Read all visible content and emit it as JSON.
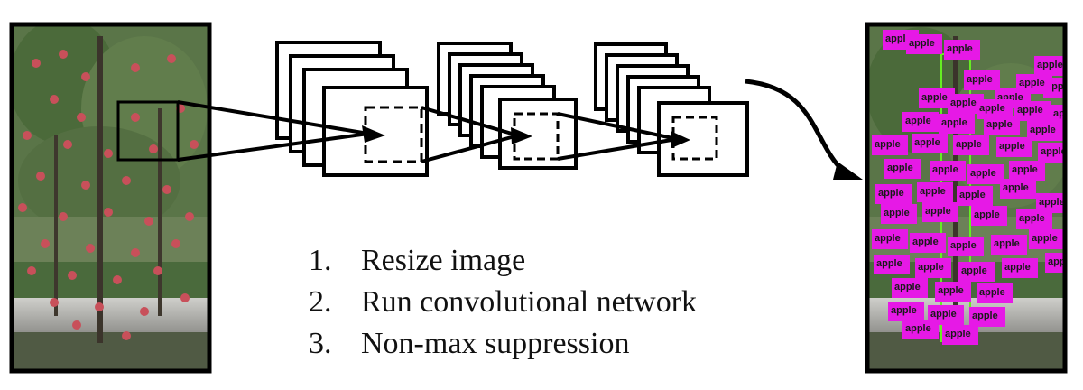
{
  "steps": [
    {
      "number": "1.",
      "text": "Resize image"
    },
    {
      "number": "2.",
      "text": "Run convolutional network"
    },
    {
      "number": "3.",
      "text": "Non-max suppression"
    }
  ],
  "detections": {
    "label": "apple",
    "box_color": "#e619e6"
  },
  "colors": {
    "frame": "#000000",
    "apple": "#c8505a",
    "foliage": "#4f6b3e",
    "sky": "#e6e6e4",
    "grass": "#4a6a3c",
    "ground": "#9d9d99",
    "tree_box": "#66ee22"
  }
}
